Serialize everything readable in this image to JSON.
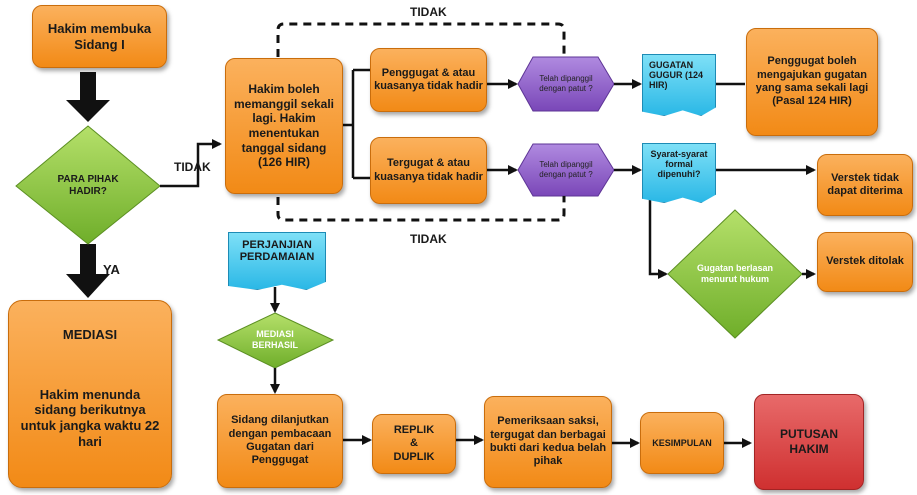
{
  "nodes": {
    "hakim_membuka": "Hakim membuka Sidang I",
    "para_pihak": "PARA PIHAK HADIR?",
    "ya": "YA",
    "tidak_mid": "TIDAK",
    "mediasi_title": "MEDIASI",
    "mediasi_body": "Hakim menunda sidang berikutnya untuk jangka waktu 22 hari",
    "hakim_boleh": "Hakim boleh memanggil sekali lagi. Hakim menentukan tanggal sidang (126 HIR)",
    "penggugat_tidak_hadir": "Penggugat & atau kuasanya tidak hadir",
    "tergugat_tidak_hadir": "Tergugat & atau kuasanya tidak hadir",
    "telah_dipanggil_1": "Telah dipanggil dengan patut ?",
    "telah_dipanggil_2": "Telah dipanggil dengan patut ?",
    "gugatan_gugur": "GUGATAN GUGUR (124 HIR)",
    "penggugat_boleh": "Penggugat boleh mengajukan gugatan yang sama sekali lagi (Pasal 124 HIR)",
    "syarat": "Syarat-syarat formal dipenuhi?",
    "verstek_tidak": "Verstek tidak dapat diterima",
    "gugatan_berlasan": "Gugatan berlasan menurut hukum",
    "verstek_ditolak": "Verstek ditolak",
    "perjanjian": "PERJANJIAN PERDAMAIAN",
    "mediasi_berhasil": "MEDIASI BERHASIL",
    "sidang_dilanjutkan": "Sidang dilanjutkan dengan pembacaan Gugatan dari Penggugat",
    "replik": "REPLIK & DUPLIK",
    "pemeriksaan": "Pemeriksaan saksi, tergugat dan berbagai bukti dari kedua belah pihak",
    "kesimpulan": "KESIMPULAN",
    "putusan": "PUTUSAN HAKIM",
    "tidak_top": "TIDAK",
    "tidak_bottom": "TIDAK"
  },
  "colors": {
    "orange": "#f5931f",
    "green": "#8cc63f",
    "purple": "#8e5cc9",
    "cyan": "#3cc1ea",
    "red": "#d63a3a"
  }
}
